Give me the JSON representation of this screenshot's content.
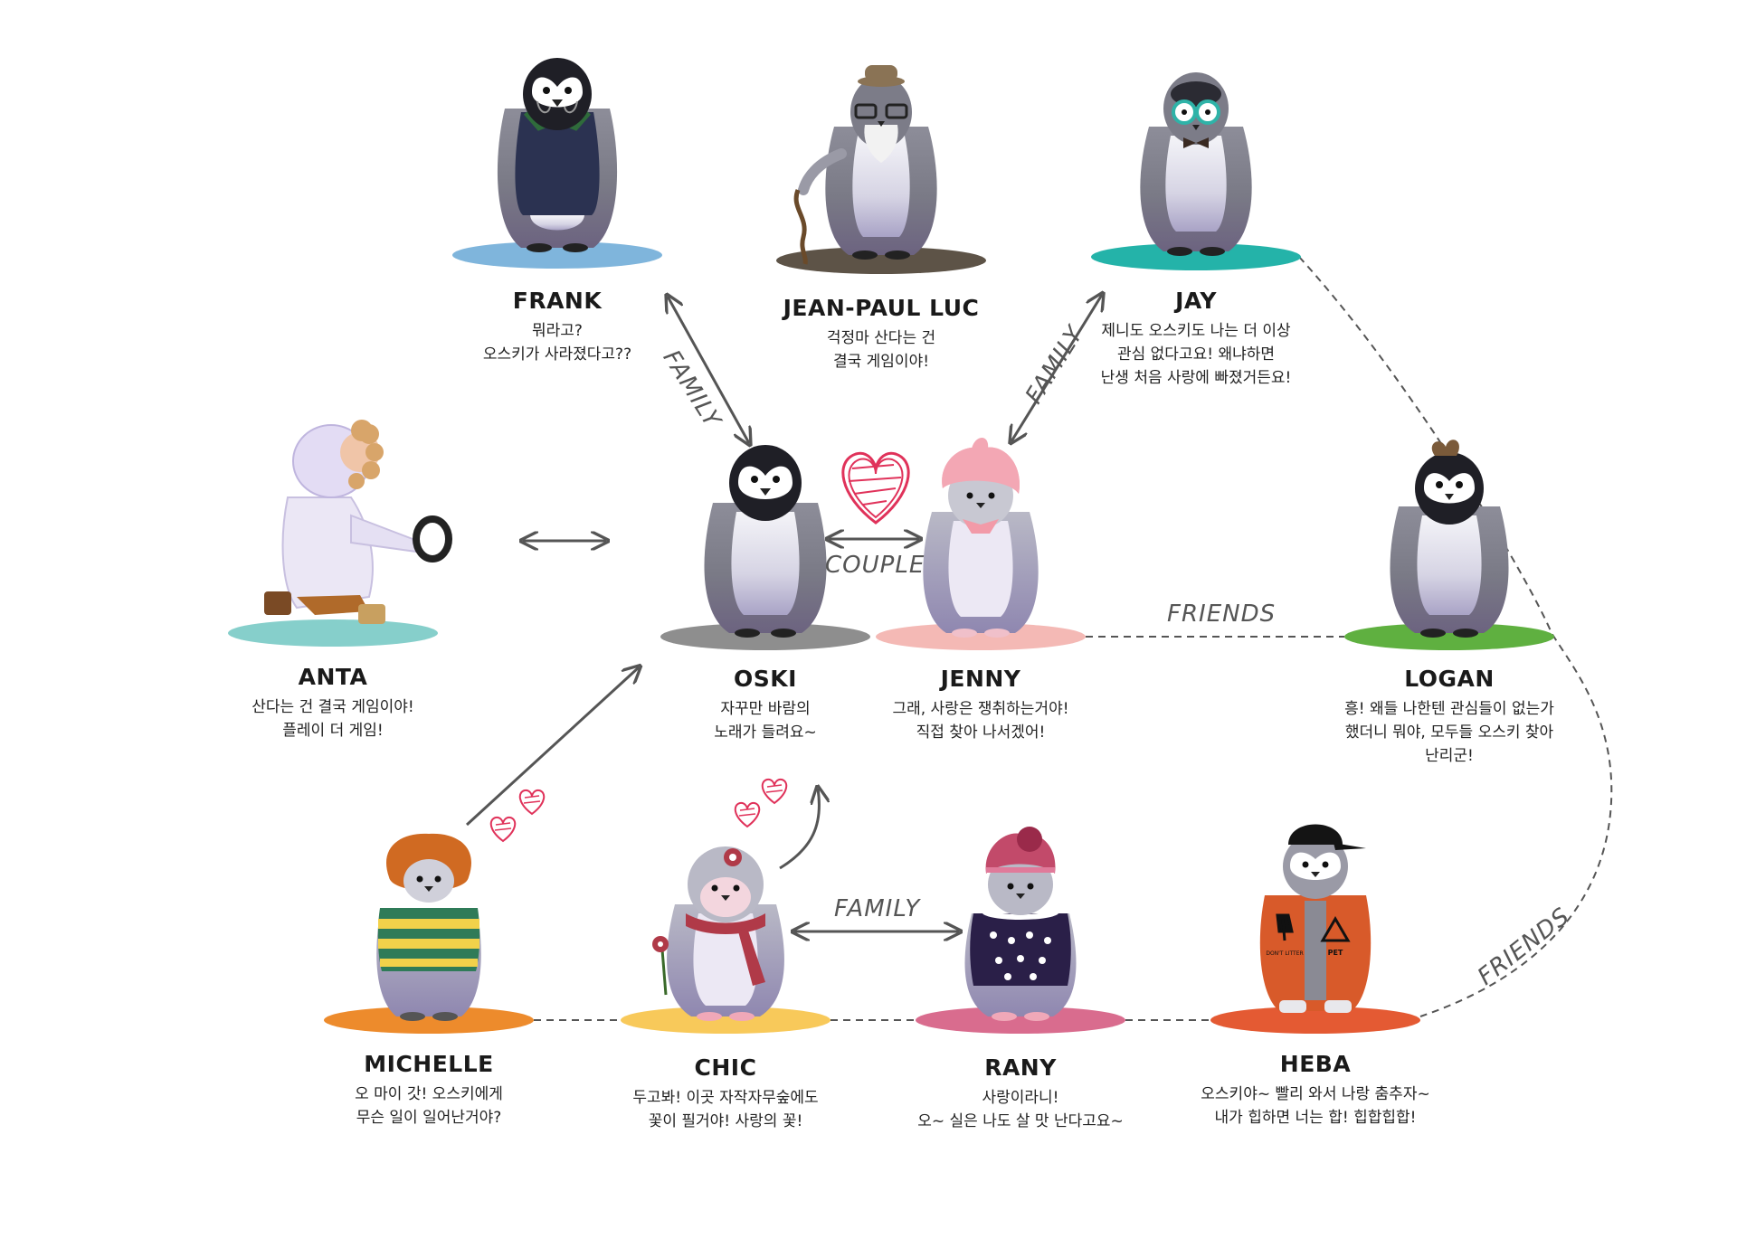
{
  "colors": {
    "frank": "#7fb5dc",
    "jeanpaul": "#5d5347",
    "jay": "#24b3a9",
    "anta": "#86cfcb",
    "oski": "#8e8e8e",
    "jenny": "#f4b9b5",
    "logan": "#5fb040",
    "michelle": "#ed8b2c",
    "chic": "#f8c95a",
    "rany": "#d96c8e",
    "heba": "#e45a33",
    "arrow": "#555555",
    "heart": "#e0325a"
  },
  "relations": {
    "family_top_left": "FAMILY",
    "family_top_right": "FAMILY",
    "couple": "COUPLE",
    "friends_logan": "FRIENDS",
    "family_bottom": "FAMILY",
    "friends_heba": "FRIENDS"
  },
  "characters": {
    "frank": {
      "name": "FRANK",
      "lines": [
        "뭐라고?",
        "오스키가 사라졌다고??"
      ]
    },
    "jeanpaul": {
      "name": "JEAN-PAUL LUC",
      "lines": [
        "걱정마 산다는 건",
        "결국 게임이야!"
      ]
    },
    "jay": {
      "name": "JAY",
      "lines": [
        "제니도 오스키도 나는 더 이상",
        "관심 없다고요! 왜냐하면",
        "난생 처음 사랑에 빠졌거든요!"
      ]
    },
    "anta": {
      "name": "ANTA",
      "lines": [
        "산다는 건 결국 게임이야!",
        "플레이 더 게임!"
      ]
    },
    "oski": {
      "name": "OSKI",
      "lines": [
        "자꾸만 바람의",
        "노래가 들려요~"
      ]
    },
    "jenny": {
      "name": "JENNY",
      "lines": [
        "그래, 사랑은 쟁취하는거야!",
        "직접 찾아 나서겠어!"
      ]
    },
    "logan": {
      "name": "LOGAN",
      "lines": [
        "흥! 왜들 나한텐 관심들이 없는가",
        "했더니 뭐야, 모두들 오스키 찾아",
        "난리군!"
      ]
    },
    "michelle": {
      "name": "MICHELLE",
      "lines": [
        "오 마이 갓! 오스키에게",
        "무슨 일이 일어난거야?"
      ]
    },
    "chic": {
      "name": "CHIC",
      "lines": [
        "두고봐! 이곳 자작자무숲에도",
        "꽃이 필거야! 사랑의 꽃!"
      ]
    },
    "rany": {
      "name": "RANY",
      "lines": [
        "사랑이라니!",
        "오~ 실은 나도 살 맛 난다고요~"
      ]
    },
    "heba": {
      "name": "HEBA",
      "lines": [
        "오스키야~ 빨리 와서 나랑 춤추자~",
        "내가 힙하면 너는 합! 힙합힙합!"
      ]
    }
  },
  "logos": {
    "heba_jacket_left": "DON'T LITTER",
    "heba_jacket_right": "PET"
  }
}
